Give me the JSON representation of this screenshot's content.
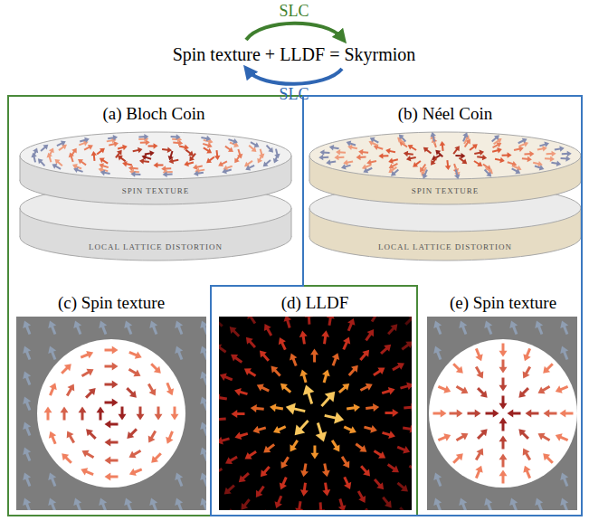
{
  "diagram": {
    "nodes": [
      {
        "text": [
          "(a) Bloch Coin",
          "(c) Spin texture"
        ]
      },
      {
        "text": [
          "(b) Néel Coin",
          "(e) Spin texture"
        ]
      }
    ],
    "labels": [
      "SLC",
      "Spin texture + LLDF = Skyrmion",
      "SLC",
      "SPIN TEXTURE",
      "LOCAL LATTICE DISTORTION",
      "SPIN TEXTURE",
      "LOCAL LATTICE DISTORTION",
      "(d) LLDF"
    ]
  }
}
